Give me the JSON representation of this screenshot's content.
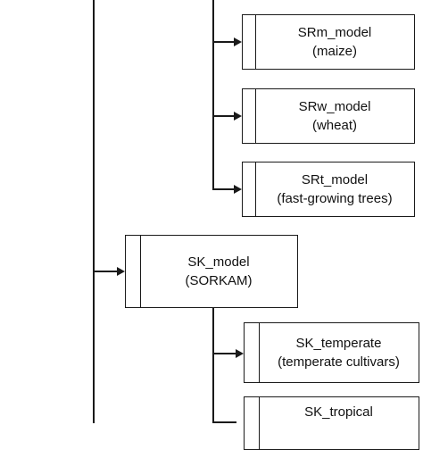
{
  "nodes": {
    "srm": {
      "name": "SRm_model",
      "desc": "(maize)"
    },
    "srw": {
      "name": "SRw_model",
      "desc": "(wheat)"
    },
    "srt": {
      "name": "SRt_model",
      "desc": "(fast-growing trees)"
    },
    "sk": {
      "name": "SK_model",
      "desc": "(SORKAM)"
    },
    "sk_temperate": {
      "name": "SK_temperate",
      "desc": "(temperate cultivars)"
    },
    "sk_tropical": {
      "name": "SK_tropical",
      "desc": ""
    }
  },
  "colors": {
    "line": "#1a1a1a",
    "box_fill": "#ffffff",
    "text": "#111111"
  }
}
